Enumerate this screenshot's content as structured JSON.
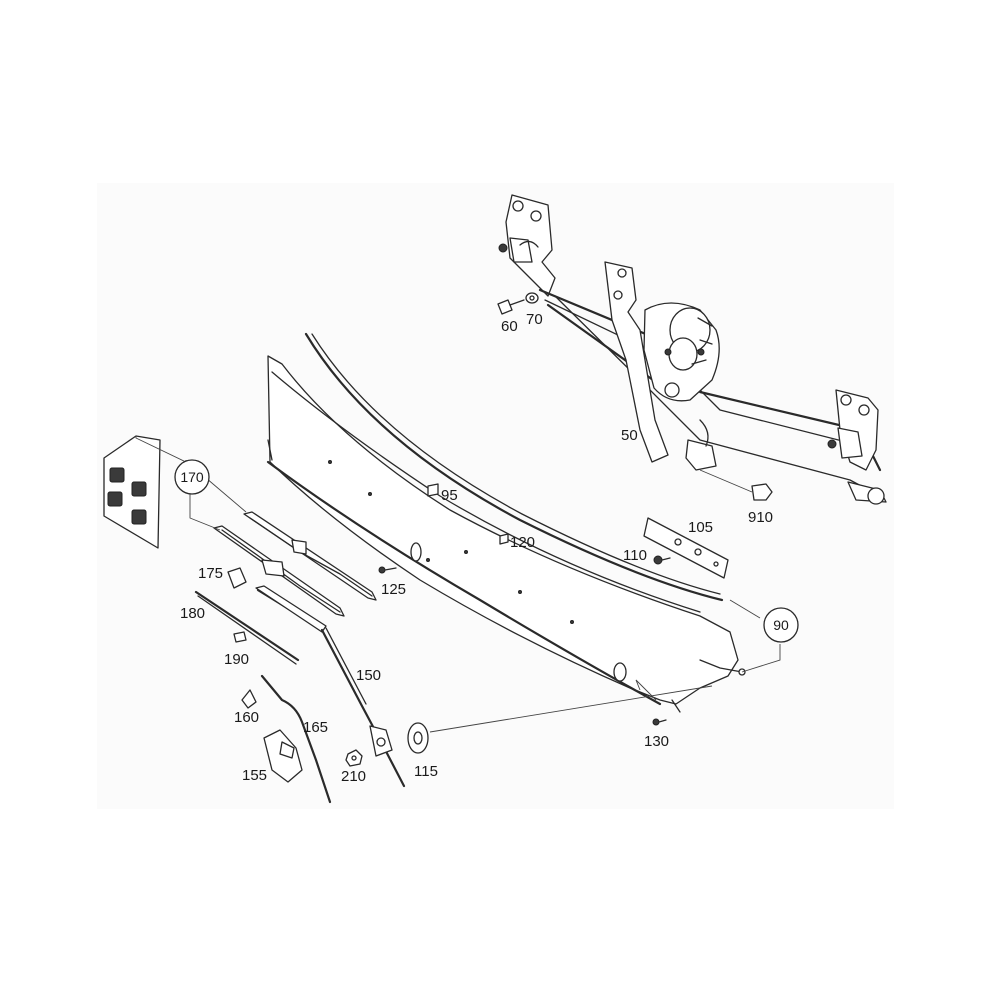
{
  "diagram": {
    "background": "#ffffff",
    "line_color": "#2a2a2a",
    "callouts": {
      "c50": "50",
      "c60": "60",
      "c70": "70",
      "c90": "90",
      "c95": "95",
      "c105": "105",
      "c110": "110",
      "c115": "115",
      "c120": "120",
      "c125": "125",
      "c130": "130",
      "c150": "150",
      "c155": "155",
      "c160": "160",
      "c165": "165",
      "c170": "170",
      "c175": "175",
      "c180": "180",
      "c190": "190",
      "c210": "210",
      "c910": "910"
    }
  }
}
